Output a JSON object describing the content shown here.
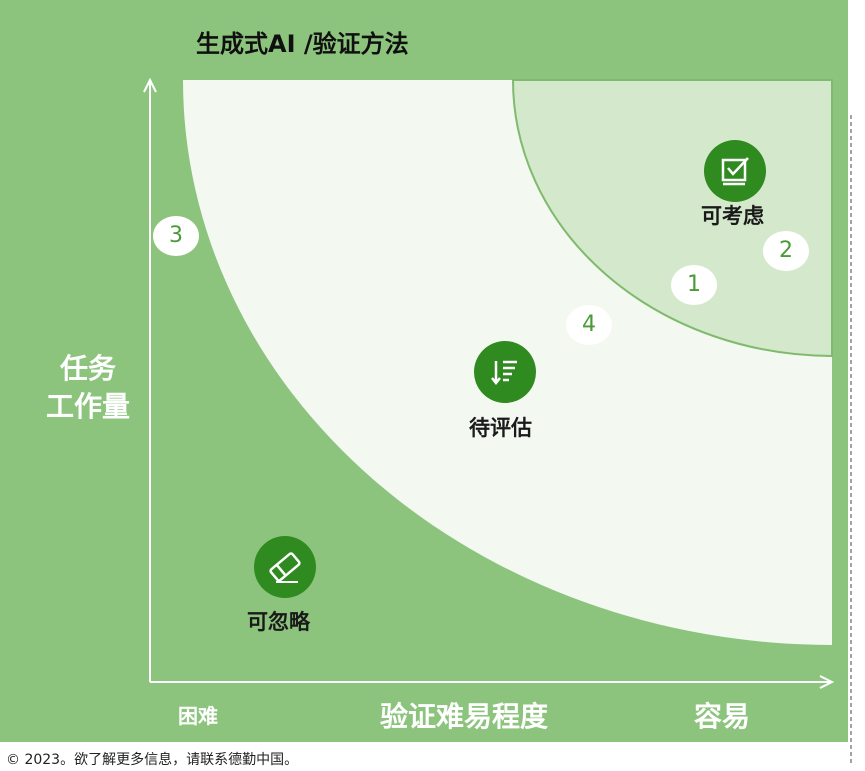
{
  "title": "生成式AI /验证方法",
  "y_axis_label_line1": "任务",
  "y_axis_label_line2": "工作量",
  "x_axis_label": "验证难易程度",
  "x_axis_left": "困难",
  "x_axis_right": "容易",
  "footer": "© 2023。欲了解更多信息，请联系德勤中国。",
  "zones": {
    "consider": "可考虑",
    "evaluate": "待评估",
    "ignore": "可忽略"
  },
  "markers": [
    "1",
    "2",
    "3",
    "4"
  ],
  "icons": {
    "consider": "checkbox-icon",
    "evaluate": "sort-descending-icon",
    "ignore": "eraser-icon"
  },
  "colors": {
    "background": "#8cc47e",
    "middle_zone": "#f3f8f0",
    "top_zone": "#d4e9cc",
    "badge": "#2f8a1f"
  }
}
